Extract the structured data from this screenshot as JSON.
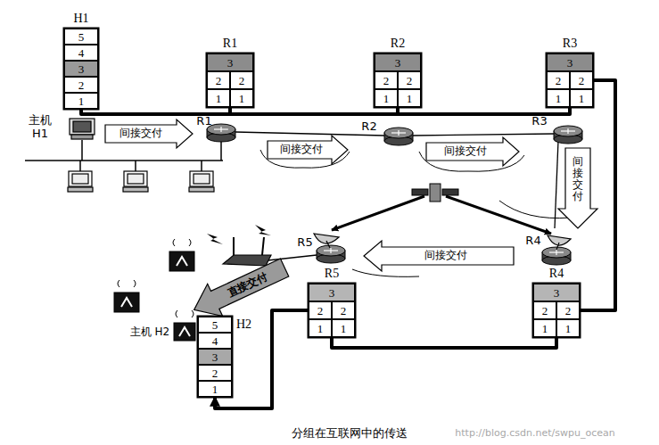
{
  "diagram": {
    "caption": "分组在互联网中的传送",
    "nodes": [
      {
        "text": [
          "H1"
        ]
      },
      {
        "text": [
          "5"
        ],
        "in": 0
      },
      {
        "text": [
          "4"
        ],
        "in": 0
      },
      {
        "text": [
          "3"
        ],
        "in": 0
      },
      {
        "text": [
          "2"
        ],
        "in": 0
      },
      {
        "text": [
          "1"
        ],
        "in": 0
      },
      {
        "text": [
          "R1"
        ]
      },
      {
        "text": [
          "3"
        ],
        "in": 6
      },
      {
        "text": [
          "2"
        ],
        "in": 6
      },
      {
        "text": [
          "2"
        ],
        "in": 6
      },
      {
        "text": [
          "1"
        ],
        "in": 6
      },
      {
        "text": [
          "1"
        ],
        "in": 6
      },
      {
        "text": [
          "R2"
        ]
      },
      {
        "text": [
          "3"
        ],
        "in": 12
      },
      {
        "text": [
          "2"
        ],
        "in": 12
      },
      {
        "text": [
          "2"
        ],
        "in": 12
      },
      {
        "text": [
          "1"
        ],
        "in": 12
      },
      {
        "text": [
          "1"
        ],
        "in": 12
      },
      {
        "text": [
          "R3"
        ]
      },
      {
        "text": [
          "3"
        ],
        "in": 18
      },
      {
        "text": [
          "2"
        ],
        "in": 18
      },
      {
        "text": [
          "2"
        ],
        "in": 18
      },
      {
        "text": [
          "1"
        ],
        "in": 18
      },
      {
        "text": [
          "1"
        ],
        "in": 18
      },
      {
        "text": [
          "H2"
        ]
      },
      {
        "text": [
          "5"
        ],
        "in": 24
      },
      {
        "text": [
          "4"
        ],
        "in": 24
      },
      {
        "text": [
          "3"
        ],
        "in": 24
      },
      {
        "text": [
          "2"
        ],
        "in": 24
      },
      {
        "text": [
          "1"
        ],
        "in": 24
      },
      {
        "text": [
          "R5"
        ]
      },
      {
        "text": [
          "3"
        ],
        "in": 30
      },
      {
        "text": [
          "2"
        ],
        "in": 30
      },
      {
        "text": [
          "2"
        ],
        "in": 30
      },
      {
        "text": [
          "1"
        ],
        "in": 30
      },
      {
        "text": [
          "1"
        ],
        "in": 30
      },
      {
        "text": [
          "R4"
        ]
      },
      {
        "text": [
          "3"
        ],
        "in": 36
      },
      {
        "text": [
          "2"
        ],
        "in": 36
      },
      {
        "text": [
          "2"
        ],
        "in": 36
      },
      {
        "text": [
          "1"
        ],
        "in": 36
      },
      {
        "text": [
          "1"
        ],
        "in": 36
      }
    ],
    "edges": [
      {
        "from": 0,
        "to": 6,
        "arrow": "none"
      },
      {
        "from": 6,
        "to": 12,
        "arrow": "none"
      },
      {
        "from": 12,
        "to": 18,
        "arrow": "none"
      },
      {
        "from": 18,
        "to": 36,
        "arrow": "none"
      },
      {
        "from": 36,
        "to": 30,
        "arrow": "none"
      },
      {
        "from": 30,
        "to": 24,
        "arrow": "to"
      }
    ],
    "labels": [
      "主机 H1",
      "R1",
      "R2",
      "R3",
      "R4",
      "R5",
      "间接交付",
      "间接交付",
      "间接交付",
      "间接交付",
      "间接交付",
      "直接交付",
      "主机 H2",
      "http://blog.csdn.net/swpu_ocean"
    ]
  }
}
